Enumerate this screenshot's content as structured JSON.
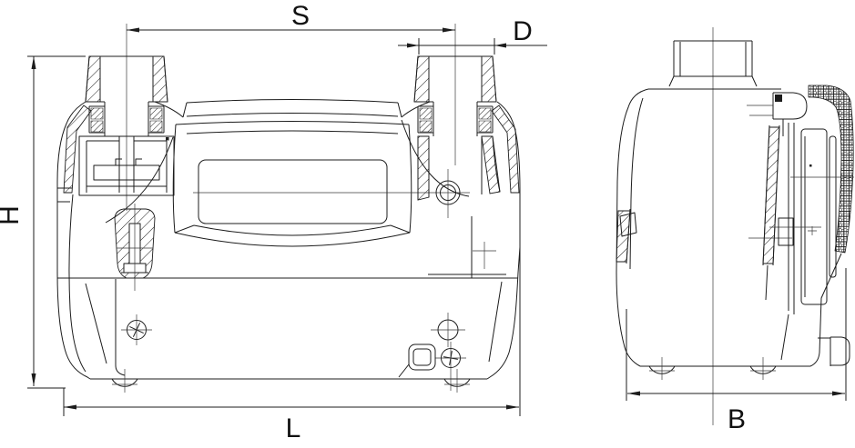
{
  "dimensions": {
    "s": "S",
    "d": "D",
    "h": "H",
    "l": "L",
    "b": "B"
  },
  "colors": {
    "line": "#1c1c1c",
    "background": "#ffffff"
  }
}
